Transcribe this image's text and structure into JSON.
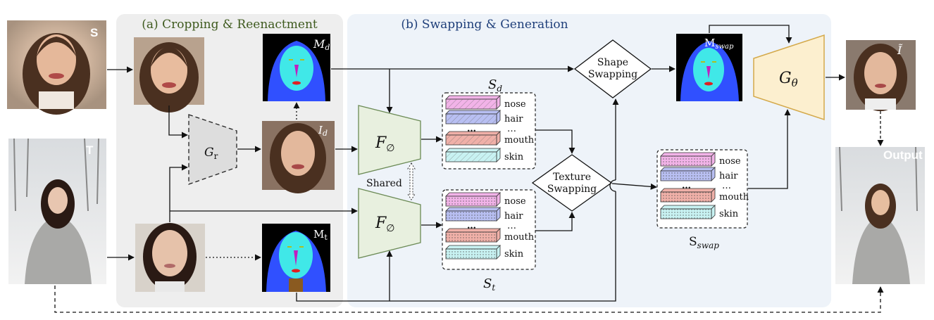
{
  "panels": {
    "a_title": "(a) Cropping & Reenactment",
    "b_title": "(b) Swapping & Generation"
  },
  "images": {
    "source_tag": "S",
    "target_tag": "T",
    "output_tag": "Output"
  },
  "modules": {
    "reenact": {
      "base": "G",
      "sub": "r"
    },
    "encoder": {
      "base": "F",
      "sub": "∅"
    },
    "generator": {
      "base": "G",
      "sub": "θ"
    },
    "shared": "Shared",
    "shape_swap": [
      "Shape",
      "Swapping"
    ],
    "texture_swap": [
      "Texture",
      "Swapping"
    ]
  },
  "labels": {
    "M_d": {
      "base": "M",
      "sub": "d"
    },
    "I_d": {
      "base": "I",
      "sub": "d"
    },
    "M_t": {
      "base": "M",
      "sub": "t"
    },
    "M_swap": {
      "base": "M",
      "sub": "swap"
    },
    "S_d": {
      "base": "S",
      "sub": "d"
    },
    "S_t": {
      "base": "S",
      "sub": "t"
    },
    "S_swap": {
      "base": "S",
      "sub": "swap"
    },
    "I_hat": "Ĩ"
  },
  "features": {
    "parts": [
      "nose",
      "hair",
      "mouth",
      "skin"
    ],
    "ellipsis": "…",
    "colors": {
      "nose": "#f2b3e8",
      "hair": "#b8bff2",
      "mouth": "#f0b0a8",
      "skin": "#c8f2f2"
    }
  },
  "colors": {
    "panel_a": "#eeeeee",
    "panel_b": "#eef3f9",
    "title_a": "#3e5a1e",
    "title_b": "#1f3f7a",
    "encoder_fill": "#e8f0df",
    "encoder_stroke": "#6b8a55",
    "generator_fill": "#fcefcf",
    "generator_stroke": "#d4a94a",
    "reenact_fill": "#dddddd",
    "mask_bg": "#000000",
    "mask_hair": "#3050ff",
    "mask_face": "#40e8e8",
    "mask_nose": "#c020c0",
    "mask_lips": "#e02020",
    "mask_brow": "#b0c020"
  }
}
